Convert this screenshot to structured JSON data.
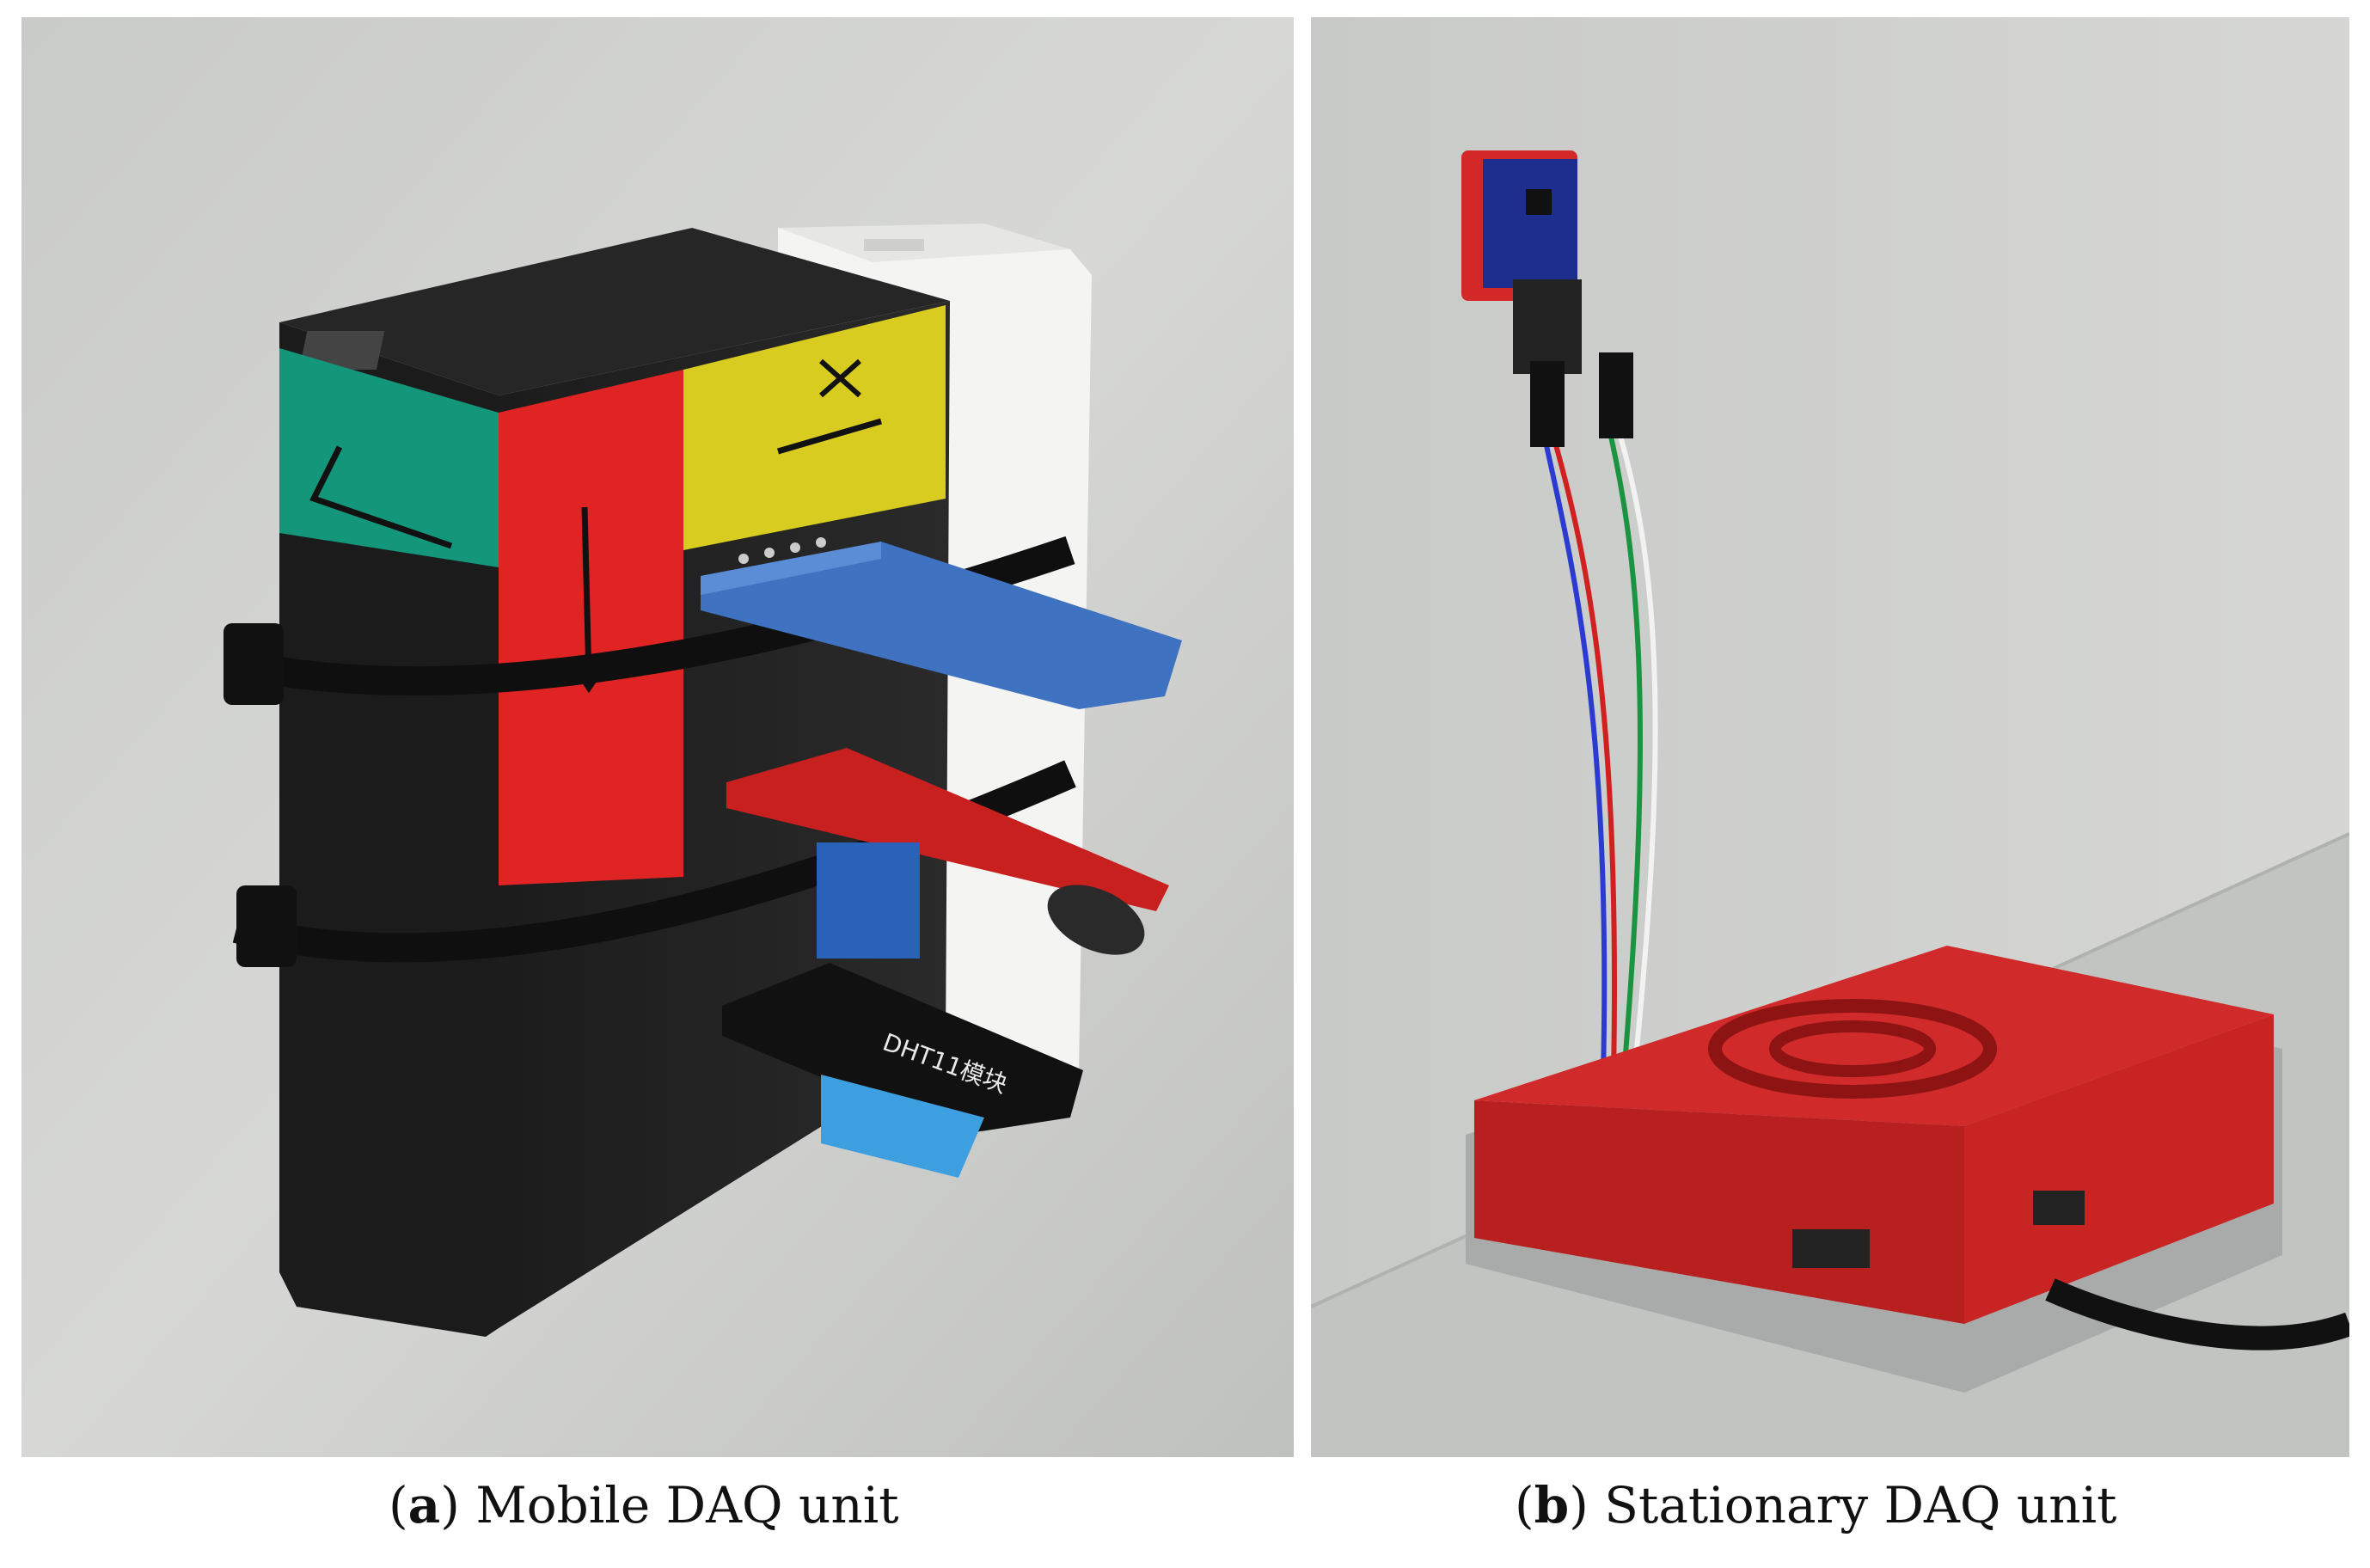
{
  "figure": {
    "panels": [
      {
        "label": "a",
        "caption": "Mobile DAQ unit",
        "module_text": "DHT11模块"
      },
      {
        "label": "b",
        "caption": "Stationary DAQ unit"
      }
    ]
  }
}
